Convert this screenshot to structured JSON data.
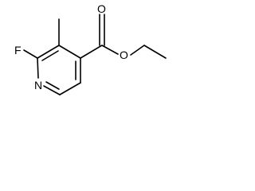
{
  "molecule": {
    "atoms": {
      "F": "F",
      "N": "N",
      "O_carbonyl": "O",
      "O_ester": "O"
    }
  },
  "colors": {
    "bond": "#000000",
    "label": "#000000",
    "background": "#ffffff"
  }
}
